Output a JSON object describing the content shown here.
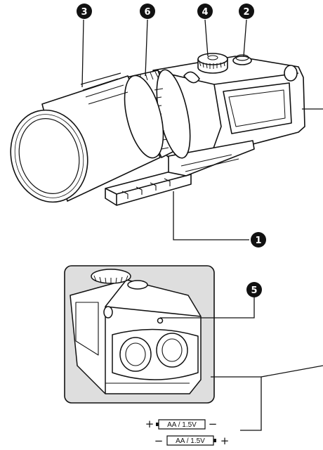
{
  "callouts": [
    {
      "id": "c3",
      "label": "3"
    },
    {
      "id": "c6",
      "label": "6"
    },
    {
      "id": "c4",
      "label": "4"
    },
    {
      "id": "c2",
      "label": "2"
    },
    {
      "id": "c1",
      "label": "1"
    },
    {
      "id": "c5",
      "label": "5"
    }
  ],
  "batteries": [
    {
      "label": "AA / 1.5V",
      "left_sign": "+",
      "right_sign": "−"
    },
    {
      "label": "AA / 1.5V",
      "left_sign": "−",
      "right_sign": "+"
    }
  ],
  "colors": {
    "ink": "#111111",
    "inset_bg": "#dedede",
    "paper": "#ffffff"
  }
}
